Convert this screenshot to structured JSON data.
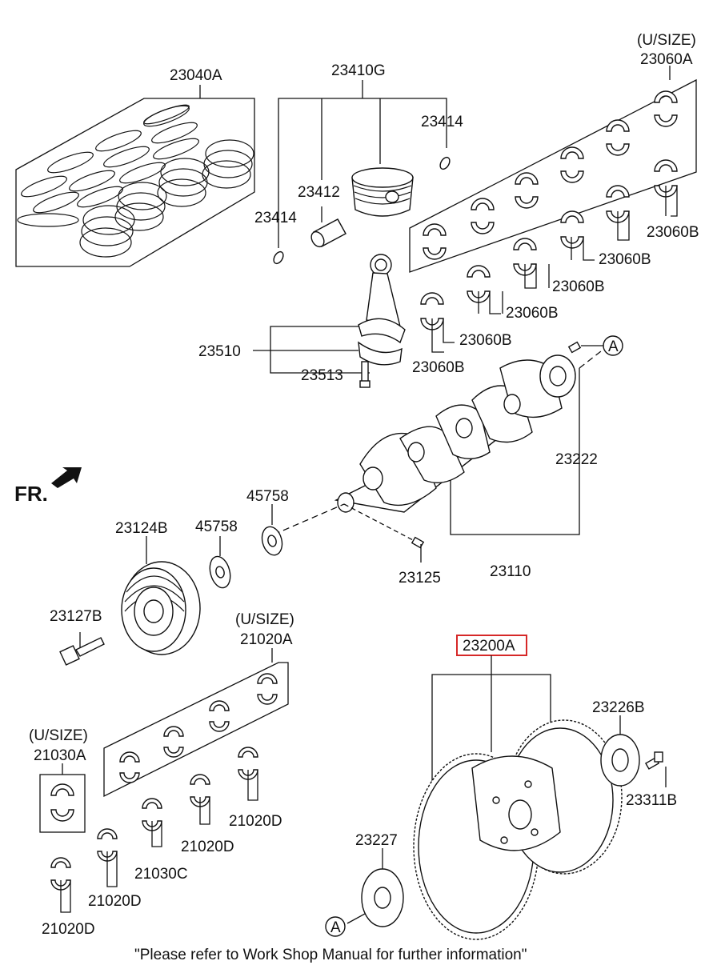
{
  "labels": {
    "p23040A": "23040A",
    "p23410G": "23410G",
    "p23414_top": "23414",
    "p23412": "23412",
    "p23414_left": "23414",
    "usize_top": "(U/SIZE)",
    "p23060A": "23060A",
    "p23060B_1": "23060B",
    "p23060B_2": "23060B",
    "p23060B_3": "23060B",
    "p23060B_4": "23060B",
    "p23060B_5": "23060B",
    "p23060B_6": "23060B",
    "p23510": "23510",
    "p23513": "23513",
    "ref_a_top": "A",
    "p23222": "23222",
    "fr": "FR.",
    "p45758_top": "45758",
    "p45758_left": "45758",
    "p23124B": "23124B",
    "p23125": "23125",
    "p23110": "23110",
    "p23127B": "23127B",
    "usize_mid": "(U/SIZE)",
    "p21020A": "21020A",
    "p23200A": "23200A",
    "p23226B": "23226B",
    "usize_left": "(U/SIZE)",
    "p21030A": "21030A",
    "p23311B": "23311B",
    "p21020D_1": "21020D",
    "p21020D_2": "21020D",
    "p21030C": "21030C",
    "p21020D_3": "21020D",
    "p21020D_4": "21020D",
    "p23227": "23227",
    "ref_a_bottom": "A"
  },
  "footer_note": "\"Please refer to Work Shop Manual for further information\"",
  "colors": {
    "line": "#111111",
    "highlight_box": "#d62828",
    "background": "#ffffff"
  },
  "highlighted_part": "23200A"
}
